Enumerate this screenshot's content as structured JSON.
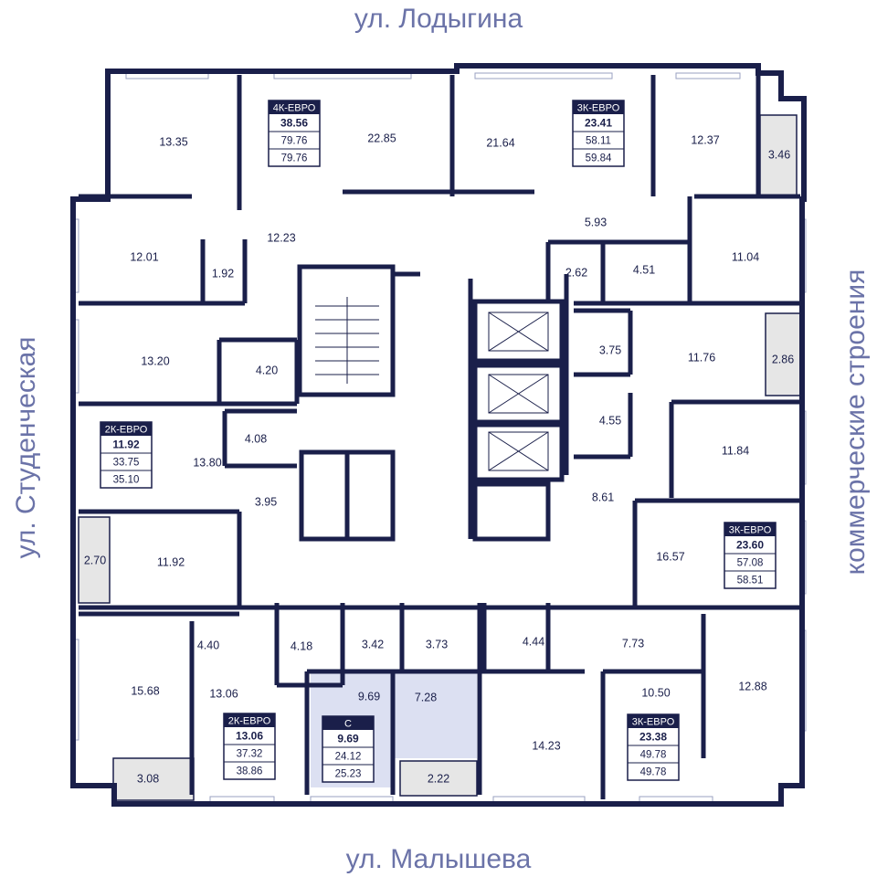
{
  "streets": {
    "top": "ул. Лодыгина",
    "bottom": "ул. Малышева",
    "left": "ул. Студенческая",
    "right": "коммерческие строения"
  },
  "colors": {
    "wall": "#1A1F4A",
    "street_text": "#6B73A8",
    "highlight": "#DCE0F2",
    "balcony": "#E6E6E6"
  },
  "rooms": [
    "13.35",
    "22.85",
    "21.64",
    "12.37",
    "3.46",
    "12.23",
    "5.93",
    "12.01",
    "1.92",
    "2.62",
    "4.51",
    "11.04",
    "13.20",
    "4.20",
    "3.75",
    "11.76",
    "2.86",
    "4.08",
    "13.80",
    "4.55",
    "11.84",
    "3.95",
    "8.61",
    "16.57",
    "2.70",
    "11.92",
    "4.40",
    "4.18",
    "3.42",
    "3.73",
    "4.44",
    "7.73",
    "15.68",
    "13.06",
    "9.69",
    "7.28",
    "14.23",
    "10.50",
    "12.88",
    "3.08",
    "2.22"
  ],
  "apartments": [
    {
      "type": "4К-ЕВРО",
      "living": "38.56",
      "total": "79.76",
      "total_with_balcony": "79.76"
    },
    {
      "type": "3К-ЕВРО",
      "living": "23.41",
      "total": "58.11",
      "total_with_balcony": "59.84"
    },
    {
      "type": "2К-ЕВРО",
      "living": "11.92",
      "total": "33.75",
      "total_with_balcony": "35.10"
    },
    {
      "type": "3К-ЕВРО",
      "living": "23.60",
      "total": "57.08",
      "total_with_balcony": "58.51"
    },
    {
      "type": "2К-ЕВРО",
      "living": "13.06",
      "total": "37.32",
      "total_with_balcony": "38.86"
    },
    {
      "type": "С",
      "living": "9.69",
      "total": "24.12",
      "total_with_balcony": "25.23"
    },
    {
      "type": "3К-ЕВРО",
      "living": "23.38",
      "total": "49.78",
      "total_with_balcony": "49.78"
    }
  ]
}
